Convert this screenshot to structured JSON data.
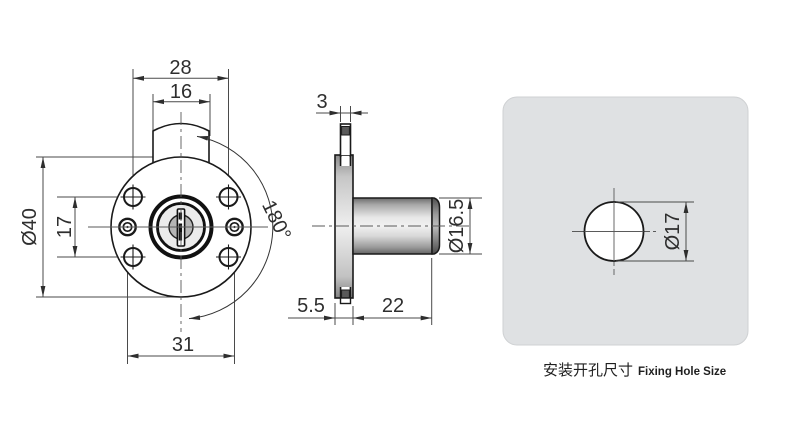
{
  "front_view": {
    "dimensions": {
      "screw_spacing_h": "28",
      "housing_width": "16",
      "body_diameter": "Ø40",
      "screw_spacing_v": "17",
      "cam_hole_spacing": "31",
      "rotation": "180°"
    }
  },
  "side_view": {
    "dimensions": {
      "flange_thickness": "3",
      "barrel_diameter": "Ø16.5",
      "flange_depth": "5.5",
      "barrel_length": "22"
    }
  },
  "fixing_panel": {
    "hole_diameter": "Ø17",
    "caption_zh": "安装开孔尺寸",
    "caption_en": "Fixing Hole Size"
  },
  "colors": {
    "object_line": "#1a1a1a",
    "dimension_line": "#4a4a4a",
    "panel_background": "#dfe1e3"
  }
}
